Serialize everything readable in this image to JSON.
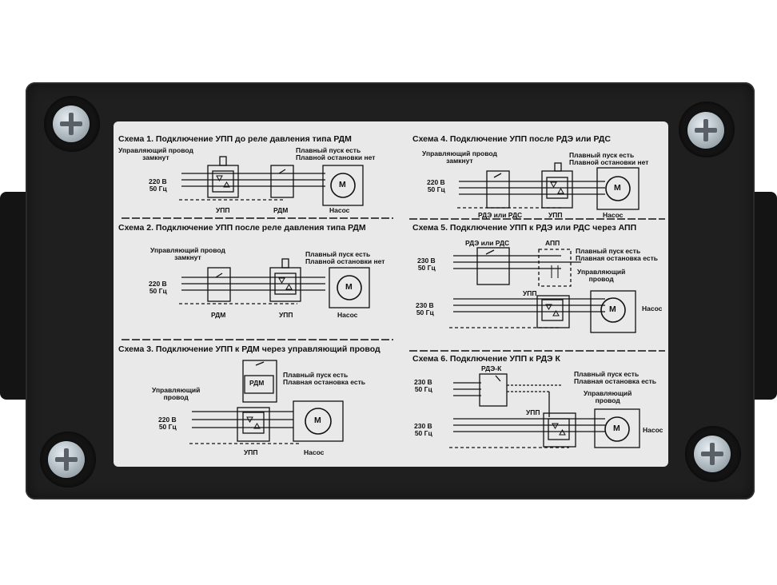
{
  "scheme1": {
    "title": "Схема 1. Подключение УПП до реле давления типа РДМ",
    "control_wire": "Управляющий провод\nзамкнут",
    "soft": "Плавный пуск есть\nПлавной остановки нет",
    "supply": "220 В\n50 Гц",
    "l_upp": "УПП",
    "l_rdm": "РДМ",
    "l_pump": "Насос",
    "motor": "М"
  },
  "scheme2": {
    "title": "Схема 2. Подключение УПП после реле давления типа РДМ",
    "control_wire": "Управляющий провод\nзамкнут",
    "soft": "Плавный пуск есть\nПлавной остановки нет",
    "supply": "220 В\n50 Гц",
    "l_rdm": "РДМ",
    "l_upp": "УПП",
    "l_pump": "Насос",
    "motor": "М"
  },
  "scheme3": {
    "title": "Схема 3. Подключение УПП к РДМ через управляющий провод",
    "rdm": "РДМ",
    "soft": "Плавный пуск есть\nПлавная остановка есть",
    "control_wire": "Управляющий\nпровод",
    "supply": "220 В\n50 Гц",
    "l_upp": "УПП",
    "l_pump": "Насос",
    "motor": "М"
  },
  "scheme4": {
    "title": "Схема 4. Подключение УПП после РДЭ или РДС",
    "control_wire": "Управляющий провод\nзамкнут",
    "soft": "Плавный пуск есть\nПлавной остановки нет",
    "supply": "220 В\n50 Гц",
    "l_rde": "РДЭ или РДС",
    "l_upp": "УПП",
    "l_pump": "Насос",
    "motor": "М"
  },
  "scheme5": {
    "title": "Схема 5. Подключение УПП к РДЭ или РДС через АПП",
    "rde": "РДЭ или РДС",
    "app": "АПП",
    "soft": "Плавный пуск есть\nПлавная остановка есть",
    "control_wire": "Управляющий\nпровод",
    "supply1": "230 В\n50 Гц",
    "supply2": "230 В\n50 Гц",
    "l_upp": "УПП",
    "l_pump": "Насос",
    "motor": "М"
  },
  "scheme6": {
    "title": "Схема 6. Подключение УПП к РДЭ К",
    "rdek": "РДЭ-К",
    "soft": "Плавный пуск есть\nПлавная остановка есть",
    "control_wire": "Управляющий\nпровод",
    "supply1": "230 В\n50 Гц",
    "supply2": "230 В\n50 Гц",
    "l_upp": "УПП",
    "l_pump": "Насос",
    "motor": "М"
  }
}
